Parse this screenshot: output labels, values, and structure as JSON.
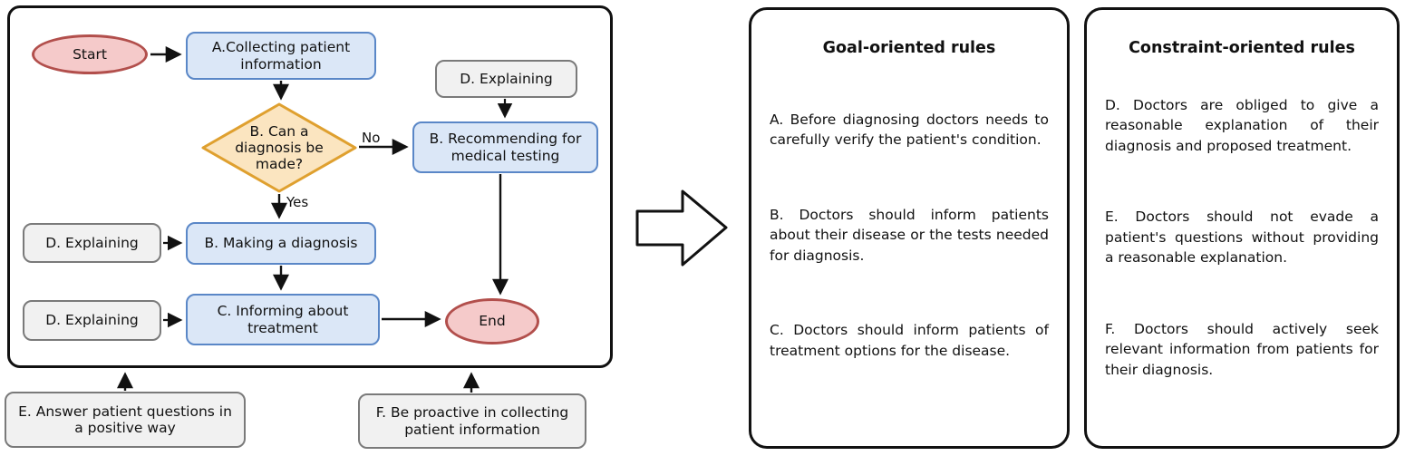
{
  "flowchart": {
    "nodes": {
      "start": "Start",
      "collect": "A.Collecting patient information",
      "decision": "B. Can a diagnosis be made?",
      "recommend": "B. Recommending for medical testing",
      "explain_top": "D. Explaining",
      "making": "B. Making a diagnosis",
      "explain_mid": "D. Explaining",
      "informing": "C. Informing about treatment",
      "explain_bottom": "D. Explaining",
      "end": "End",
      "answer": "E. Answer patient questions in a positive way",
      "proactive": "F. Be proactive in collecting patient information"
    },
    "labels": {
      "no": "No",
      "yes": "Yes"
    }
  },
  "panels": {
    "goal": {
      "title": "Goal-oriented rules",
      "rules": [
        "A. Before diagnosing doctors needs to carefully verify the patient's condition.",
        "B. Doctors should inform patients about their disease or the tests needed for diagnosis.",
        "C. Doctors should inform patients of treatment options for the disease."
      ]
    },
    "constraint": {
      "title": "Constraint-oriented rules",
      "rules": [
        "D. Doctors are obliged to give a reasonable explanation of their diagnosis and proposed treatment.",
        "E. Doctors should not evade a patient's questions without providing a reasonable explanation.",
        "F. Doctors should actively seek relevant information from patients for their diagnosis."
      ]
    }
  },
  "colors": {
    "terminal_fill": "#f5caca",
    "terminal_border": "#b24f4c",
    "process_fill": "#dbe7f7",
    "process_border": "#5a87c7",
    "decision_fill": "#fbe5c0",
    "decision_border": "#dfa02f",
    "note_fill": "#f1f1f1",
    "note_border": "#7a7a7a",
    "line": "#111111"
  }
}
